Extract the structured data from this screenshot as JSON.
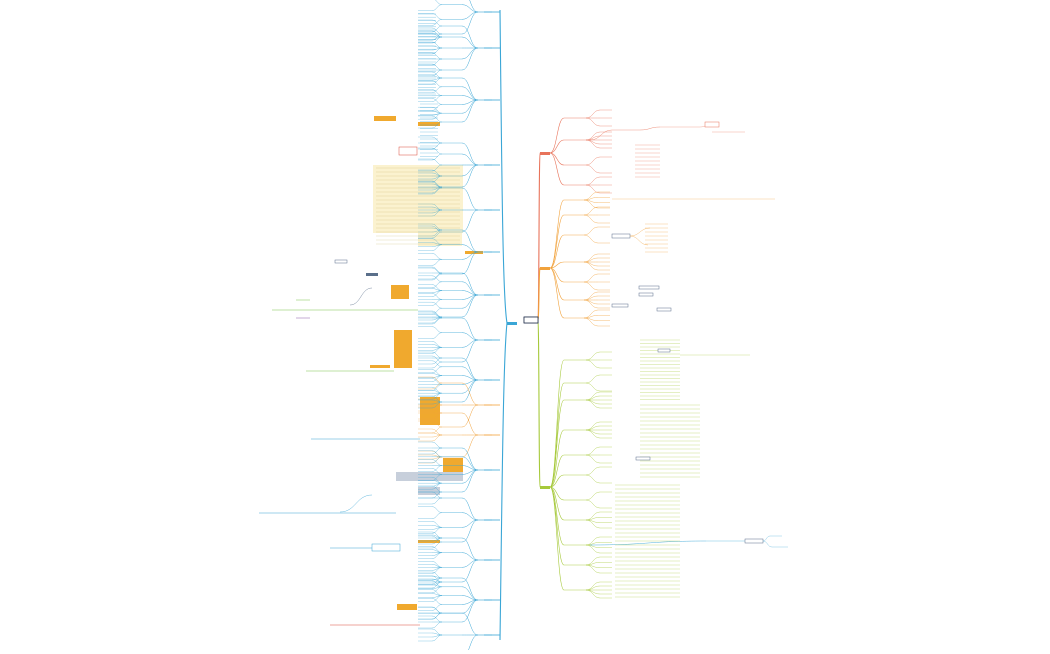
{
  "diagram": {
    "type": "mind-map",
    "root": {
      "label": "",
      "color": "#1f2d4a"
    },
    "branches": [
      {
        "name": "left-blue",
        "color": "#3aa6d6"
      },
      {
        "name": "right-red",
        "color": "#e8735a"
      },
      {
        "name": "right-orange",
        "color": "#f1a23c"
      },
      {
        "name": "right-green",
        "color": "#a6c93a"
      },
      {
        "name": "callout-amber",
        "color": "#f0a92e"
      },
      {
        "name": "callout-cream",
        "color": "#fbf2cf"
      },
      {
        "name": "callout-slate",
        "color": "#c7cfdb"
      },
      {
        "name": "accent-red",
        "color": "#d94a3a"
      },
      {
        "name": "accent-green",
        "color": "#7dc24a"
      }
    ]
  }
}
